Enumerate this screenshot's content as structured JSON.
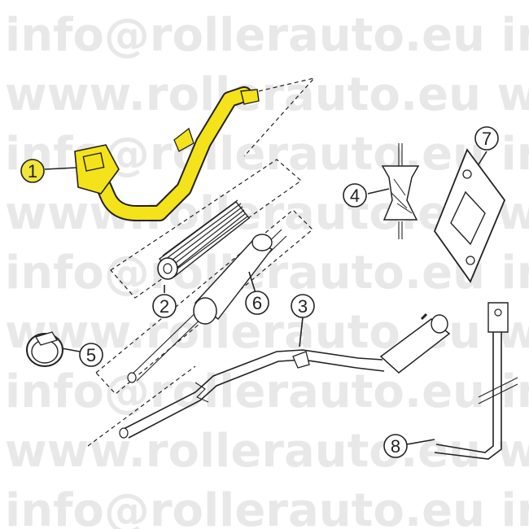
{
  "watermark": {
    "text_a": "info@rollerauto.eu in",
    "text_b": "www.rollerauto.eu ww"
  },
  "callouts": [
    {
      "id": "part-1",
      "label": "1"
    },
    {
      "id": "part-2",
      "label": "2"
    },
    {
      "id": "part-3",
      "label": "3"
    },
    {
      "id": "part-4",
      "label": "4"
    },
    {
      "id": "part-5",
      "label": "5"
    },
    {
      "id": "part-6",
      "label": "6"
    },
    {
      "id": "part-7",
      "label": "7"
    },
    {
      "id": "part-8",
      "label": "8"
    }
  ],
  "colors": {
    "highlight": "#f4e21a",
    "highlight_callout": "#f2e63a",
    "ink": "#222222",
    "watermark": "#e8e8e8"
  }
}
